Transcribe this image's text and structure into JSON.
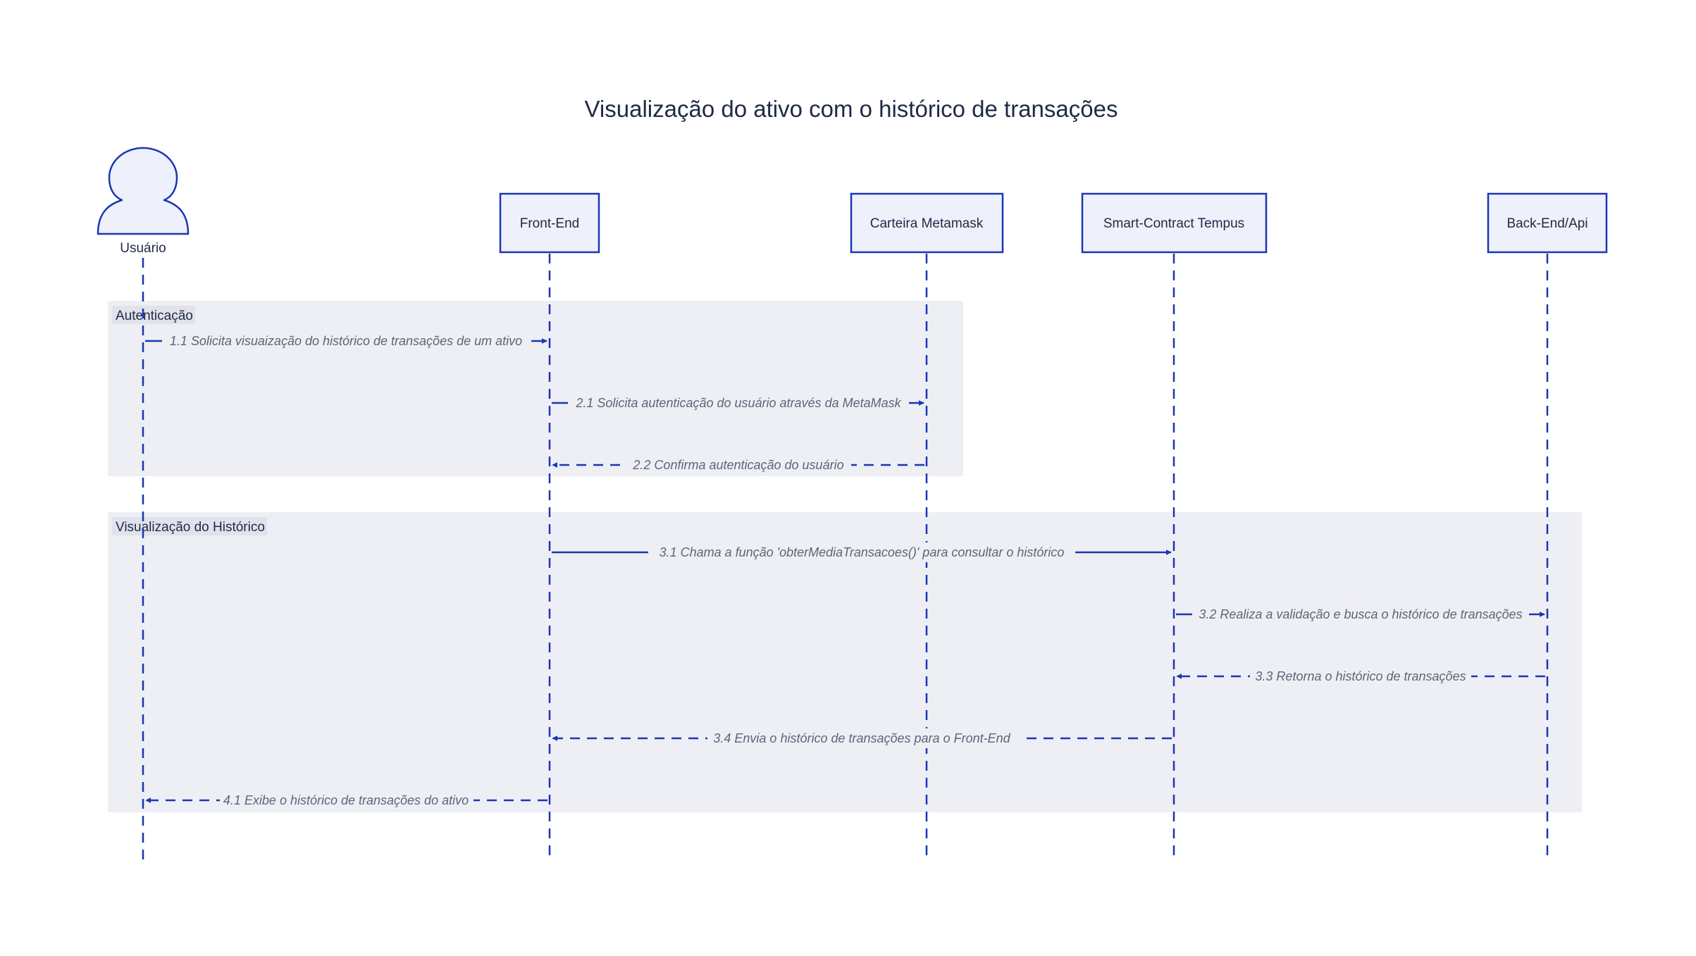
{
  "title": "Visualização do ativo com o histórico de transações",
  "colors": {
    "line": "#1b36b3",
    "box_fill": "#eef0fb",
    "fragment_fill": "#eeeff5",
    "label_chip": "#e1e3ec",
    "text": "#1f2a44",
    "message_text": "#5e6577"
  },
  "actor": {
    "label": "Usuário",
    "icon": "user-icon"
  },
  "participants": [
    {
      "label": "Front-End"
    },
    {
      "label": "Carteira Metamask"
    },
    {
      "label": "Smart-Contract Tempus"
    },
    {
      "label": "Back-End/Api"
    }
  ],
  "fragments": [
    {
      "label": "Autenticação"
    },
    {
      "label": "Visualização do Histórico"
    }
  ],
  "messages": [
    {
      "text": "1.1 Solicita visuaização do histórico de transações de um ativo",
      "from": "Usuário",
      "to": "Front-End",
      "style": "solid"
    },
    {
      "text": "2.1 Solicita autenticação do usuário através da MetaMask",
      "from": "Front-End",
      "to": "Carteira Metamask",
      "style": "solid"
    },
    {
      "text": "2.2 Confirma autenticação do usuário",
      "from": "Carteira Metamask",
      "to": "Front-End",
      "style": "dashed"
    },
    {
      "text": "3.1 Chama a função 'obterMediaTransacoes()' para consultar o histórico",
      "from": "Front-End",
      "to": "Smart-Contract Tempus",
      "style": "solid"
    },
    {
      "text": "3.2 Realiza a validação e busca o histórico de transações",
      "from": "Smart-Contract Tempus",
      "to": "Back-End/Api",
      "style": "solid"
    },
    {
      "text": "3.3 Retorna o histórico de transações",
      "from": "Back-End/Api",
      "to": "Smart-Contract Tempus",
      "style": "dashed"
    },
    {
      "text": "3.4 Envia o histórico de transações para o Front-End",
      "from": "Smart-Contract Tempus",
      "to": "Front-End",
      "style": "dashed"
    },
    {
      "text": "4.1 Exibe o histórico de transações do ativo",
      "from": "Front-End",
      "to": "Usuário",
      "style": "dashed"
    }
  ]
}
